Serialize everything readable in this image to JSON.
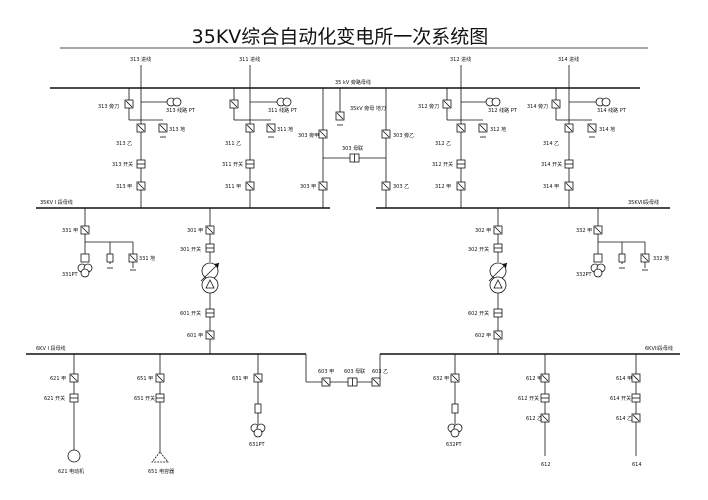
{
  "title": "35KV综合自动化变电所一次系统图",
  "buses": {
    "bypass_35kv": "35 kV 旁路母线",
    "bus_35kv_1": "35KV I 段母线",
    "bus_35kv_2": "35KVII段母线",
    "bus_6kv_1": "6KV I 段母线",
    "bus_6kv_2": "6KVII段母线"
  },
  "incoming": {
    "l313": {
      "line": "313 进线",
      "bypass": "313 旁刀",
      "pt": "313 线路 PT",
      "q2": "313 乙",
      "earth": "313 地",
      "sw": "313 开关",
      "q1": "313 甲"
    },
    "l311": {
      "line": "311 进线",
      "pt": "311 线路 PT",
      "q2": "311 乙",
      "earth": "311 地",
      "sw": "311 开关",
      "q1": "311 甲"
    },
    "l312": {
      "line": "312 进线",
      "bypass": "312 旁刀",
      "pt": "312 线路 PT",
      "q2": "312 乙",
      "earth": "312 地",
      "sw": "312 开关",
      "q1": "312 甲"
    },
    "l314": {
      "line": "314 进线",
      "bypass": "314 旁刀",
      "pt": "314 线路 PT",
      "q2": "314 乙",
      "earth": "314 地",
      "sw": "314 开关",
      "q1": "314 甲"
    }
  },
  "bypass_pt": "35kV 旁母 地刀",
  "tie35": {
    "bypass1": "303 旁甲",
    "bypass2": "303 旁乙",
    "sw": "303 母联",
    "q1": "303 甲",
    "q2": "303 乙"
  },
  "pt35": {
    "p331": {
      "q": "331 甲",
      "pt": "331PT",
      "earth": "331 地"
    },
    "p332": {
      "q": "332 甲",
      "pt": "332PT",
      "earth": "332 地"
    }
  },
  "transformers": {
    "t1": {
      "q35": "301 甲",
      "sw35": "301 开关",
      "sw6": "601 开关",
      "q6": "601 甲"
    },
    "t2": {
      "q35": "302 甲",
      "sw35": "302 开关",
      "sw6": "602 开关",
      "q6": "602 甲"
    }
  },
  "tie6": {
    "q1": "603 甲",
    "sw": "603 母联",
    "q2": "603 乙"
  },
  "feeders": {
    "f621": {
      "q": "621 甲",
      "sw": "621 开关",
      "load": "621 电动机"
    },
    "f651": {
      "q": "651 甲",
      "sw": "651 开关",
      "load": "651 电容器"
    },
    "f631": {
      "q": "631 甲",
      "pt": "631PT"
    },
    "f632": {
      "q": "632 甲",
      "pt": "632PT"
    },
    "f612": {
      "q1": "612 甲",
      "sw": "612 开关",
      "q2": "612 乙",
      "end": "612"
    },
    "f614": {
      "q1": "614 甲",
      "sw": "614 开关",
      "q2": "614 乙",
      "end": "614"
    }
  }
}
